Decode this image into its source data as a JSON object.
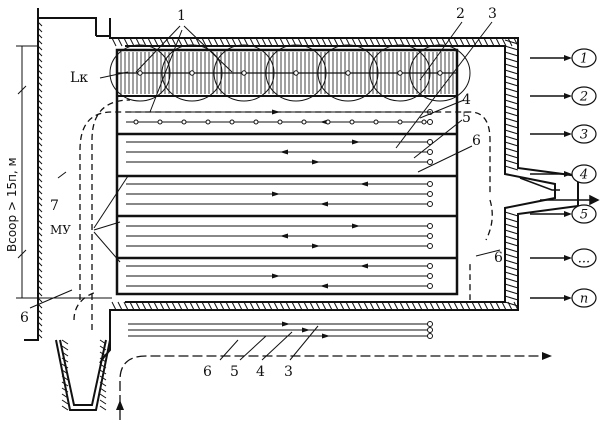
{
  "diagram": {
    "labels": {
      "num_1": "1",
      "num_2": "2",
      "num_3": "3",
      "num_4": "4",
      "num_5": "5",
      "num_6a": "6",
      "num_6b": "6",
      "num_6c": "6",
      "num_7": "7",
      "lk": "Lк",
      "mu": "МУ",
      "bsoor": "Bсоор > 15п, м",
      "bottom_6": "6",
      "bottom_5": "5",
      "bottom_4": "4",
      "bottom_3": "3"
    },
    "inlets": [
      "1",
      "2",
      "3",
      "4",
      "5",
      "...",
      "n"
    ]
  }
}
